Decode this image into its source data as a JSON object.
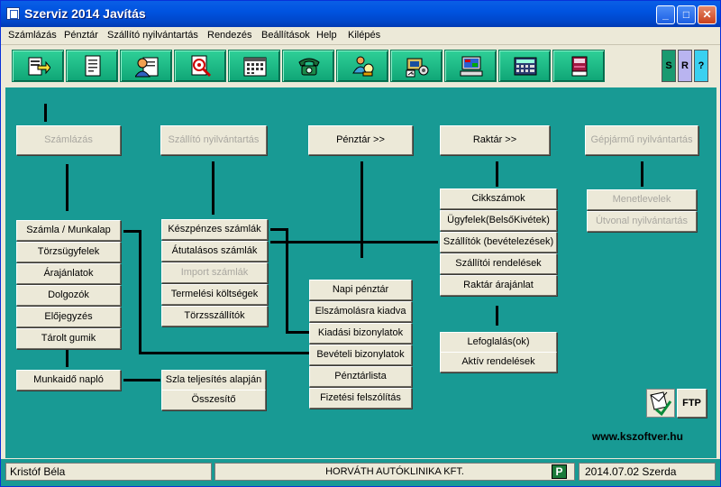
{
  "window": {
    "title": "Szerviz 2014  Javítás"
  },
  "menu": [
    "Számlázás",
    "Pénztár",
    "Szállító nyilvántartás",
    "Rendezés",
    "Beállítások",
    "Help",
    "Kilépés"
  ],
  "toolbar": {
    "icons": [
      "login-icon",
      "document-icon",
      "customer-card-icon",
      "search-target-icon",
      "calendar-icon",
      "telephone-icon",
      "user-search-icon",
      "settings-machine-icon",
      "computer-icon",
      "calculator-icon",
      "books-icon"
    ],
    "side_buttons": [
      "S",
      "R",
      "?"
    ]
  },
  "nav": {
    "szamlazas": "Számlázás",
    "szallito": "Szállító nyilvántartás",
    "penztar": "Pénztár >>",
    "raktar": "Raktár   >>",
    "gepjarmu": "Gépjármű nyilvántartás"
  },
  "szamlazas_items": [
    "Számla / Munkalap",
    "Törzsügyfelek",
    "Árajánlatok",
    "Dolgozók",
    "Előjegyzés",
    "Tárolt gumik"
  ],
  "munkaido": "Munkaidő napló",
  "szla_items": [
    "Szla teljesítés alapján",
    "Összesítő"
  ],
  "szallito_items": [
    "Készpénzes számlák",
    "Átutalásos számlák",
    "Import számlák",
    "Termelési költségek",
    "Törzsszállítók"
  ],
  "penztar_items": [
    "Napi pénztár",
    "Elszámolásra kiadva",
    "Kiadási bizonylatok",
    "Bevételi bizonylatok",
    "Pénztárlista",
    "Fizetési felszólítás"
  ],
  "raktar_items": [
    "Cikkszámok",
    "Ügyfelek(BelsőKivétek)",
    "Szállítók (bevételezések)",
    "Szállítói rendelések",
    "Raktár árajánlat"
  ],
  "raktar_items2": [
    "Lefoglalás(ok)",
    "Aktív rendelések"
  ],
  "gepjarmu_items": [
    "Menetlevelek",
    "Útvonal nyilvántartás"
  ],
  "ftp_label": "FTP",
  "website": "www.kszoftver.hu",
  "status": {
    "user": "Kristóf Béla",
    "company": "HORVÁTH AUTÓKLINIKA KFT.",
    "p_badge": "P",
    "date": "2014.07.02 Szerda"
  }
}
